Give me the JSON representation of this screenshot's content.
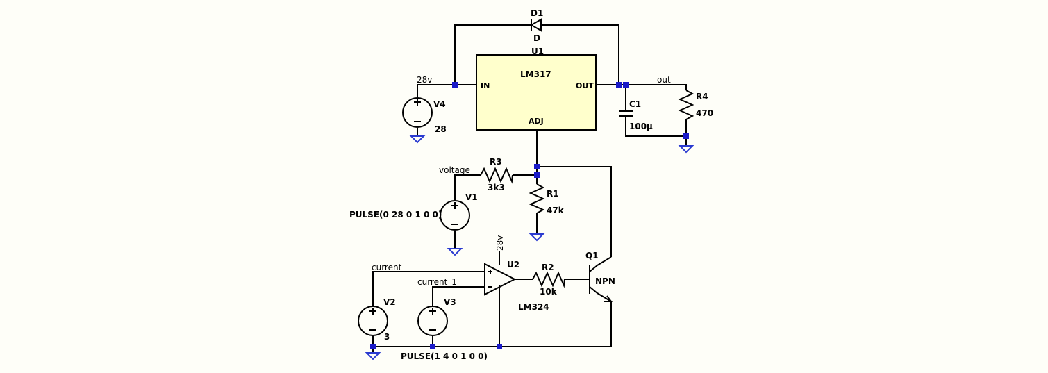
{
  "components": {
    "d1": {
      "ref": "D1",
      "value": "D"
    },
    "u1": {
      "ref": "U1",
      "model": "LM317",
      "pin_in": "IN",
      "pin_out": "OUT",
      "pin_adj": "ADJ"
    },
    "v4": {
      "ref": "V4",
      "value": "28"
    },
    "c1": {
      "ref": "C1",
      "value": "100µ"
    },
    "r4": {
      "ref": "R4",
      "value": "470"
    },
    "r3": {
      "ref": "R3",
      "value": "3k3"
    },
    "r1": {
      "ref": "R1",
      "value": "47k"
    },
    "v1": {
      "ref": "V1",
      "value": "PULSE(0 28 0 1 0 0)"
    },
    "u2": {
      "ref": "U2",
      "model": "LM324",
      "supply": "28v"
    },
    "r2": {
      "ref": "R2",
      "value": "10k"
    },
    "q1": {
      "ref": "Q1",
      "model": "NPN"
    },
    "v2": {
      "ref": "V2",
      "value": "3"
    },
    "v3": {
      "ref": "V3",
      "value": "PULSE(1 4 0 1 0 0)"
    }
  },
  "nets": {
    "in_supply": "28v",
    "out": "out",
    "voltage": "voltage",
    "current": "current",
    "current_1": "current_1"
  },
  "colors": {
    "background": "#fefef8",
    "wire": "#000000",
    "junction": "#1a1ac8",
    "ground": "#2a3ad0",
    "ic_fill": "#ffffcc"
  }
}
